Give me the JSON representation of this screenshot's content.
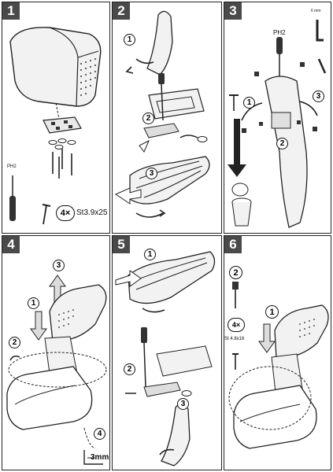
{
  "panels": [
    {
      "number": "1"
    },
    {
      "number": "2"
    },
    {
      "number": "3"
    },
    {
      "number": "4"
    },
    {
      "number": "5"
    },
    {
      "number": "6"
    }
  ],
  "step1": {
    "screwdriver_tag": "PH2",
    "screw_count": "4×",
    "screw_spec": "St3.9x25"
  },
  "step2": {
    "callouts": [
      "1",
      "2",
      "3"
    ]
  },
  "step3": {
    "screwdriver_tag": "PH2",
    "hex_key_tag": "6 mm",
    "callouts": [
      "1",
      "2",
      "3"
    ]
  },
  "step4": {
    "callouts": [
      "1",
      "2",
      "3",
      "4"
    ],
    "gap_label": "3mm"
  },
  "step5": {
    "callouts": [
      "1",
      "2",
      "3"
    ]
  },
  "step6": {
    "callouts": [
      "1",
      "2"
    ],
    "screw_count": "4×",
    "screw_spec": "St 4.8x16"
  },
  "colors": {
    "badge": "#4a4a4a",
    "line": "#222222",
    "fill": "#f2f2f2"
  }
}
